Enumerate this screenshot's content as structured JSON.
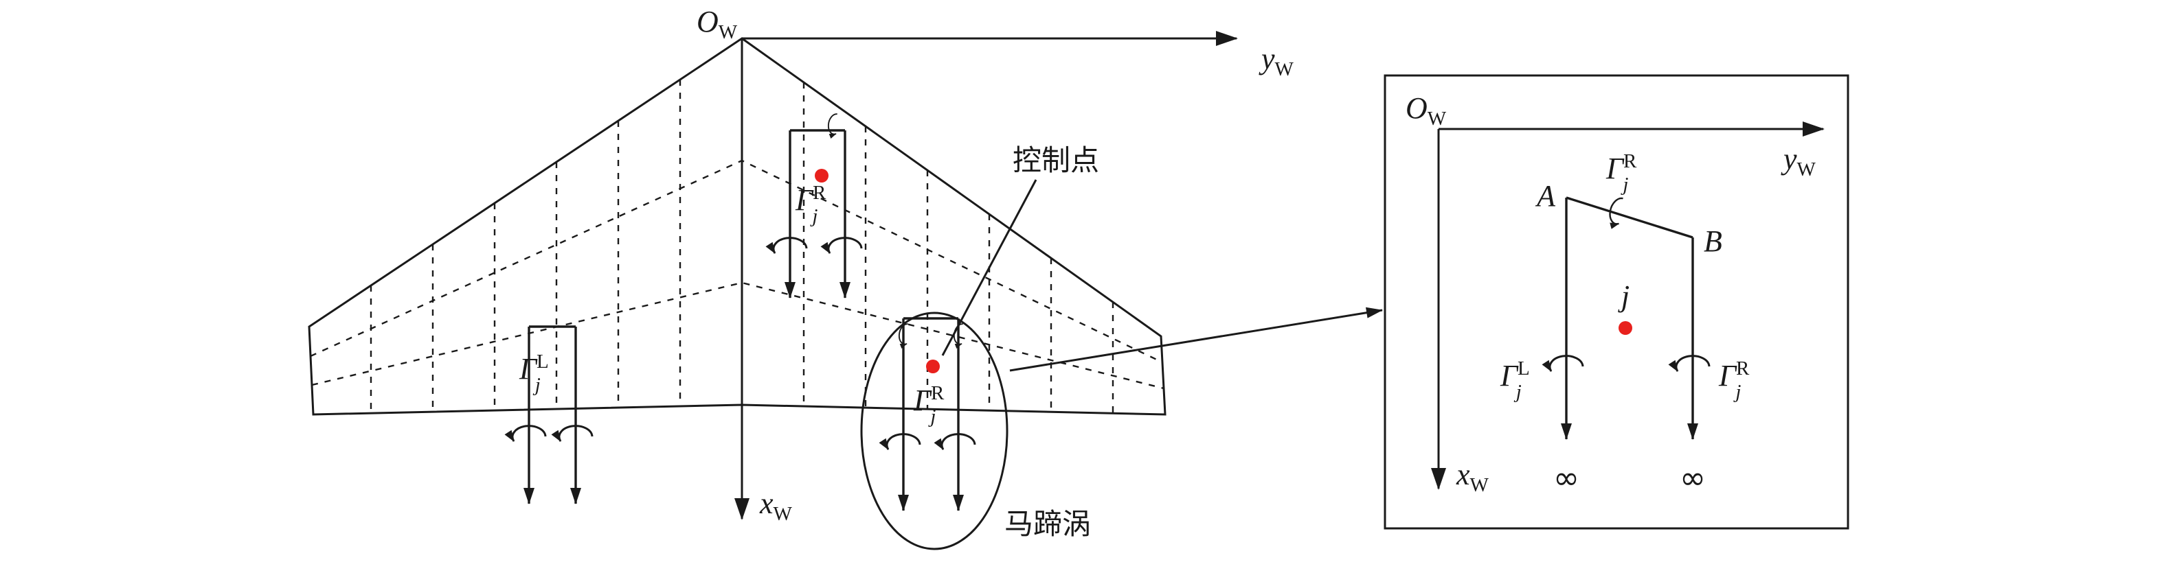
{
  "colors": {
    "stroke": "#1a1a1a",
    "control_point": "#e8211d",
    "background": "#ffffff"
  },
  "main": {
    "origin": {
      "main": "O",
      "sub": "W"
    },
    "y_axis": {
      "main": "y",
      "sub": "W"
    },
    "x_axis": {
      "main": "x",
      "sub": "W"
    },
    "root_vortex": {
      "main": "Γ",
      "sub": "j",
      "sup": "R"
    },
    "left_vortex": {
      "main": "Γ",
      "sub": "j",
      "sup": "L"
    },
    "mid_vortex": {
      "main": "Γ",
      "sub": "j",
      "sup": "R"
    },
    "control_point_callout": "控制点",
    "horseshoe_callout": "马蹄涡"
  },
  "inset": {
    "origin": {
      "main": "O",
      "sub": "W"
    },
    "y_axis": {
      "main": "y",
      "sub": "W"
    },
    "x_axis": {
      "main": "x",
      "sub": "W"
    },
    "point_a": "A",
    "point_b": "B",
    "bound_vortex": {
      "main": "Γ",
      "sub": "j",
      "sup": "R"
    },
    "panel_index": "j",
    "left_leg": {
      "main": "Γ",
      "sub": "j",
      "sup": "L"
    },
    "right_leg": {
      "main": "Γ",
      "sub": "j",
      "sup": "R"
    },
    "infinity_left": "∞",
    "infinity_right": "∞"
  }
}
